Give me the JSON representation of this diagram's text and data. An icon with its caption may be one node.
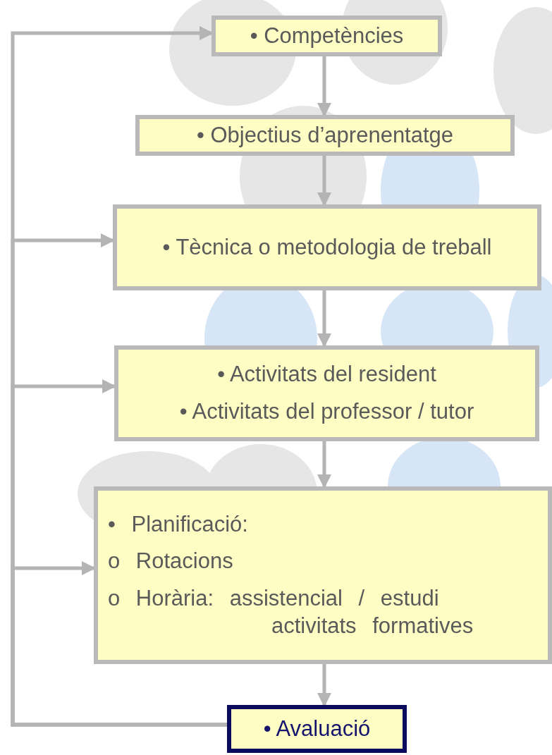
{
  "diagram": {
    "nodes": [
      {
        "text": [
          "• Competències"
        ]
      },
      {
        "text": [
          "• Objectius d’aprenentatge"
        ]
      },
      {
        "text": [
          "• Tècnica o metodologia de treball"
        ]
      },
      {
        "text": [
          "• Activitats del resident",
          "• Activitats del professor / tutor"
        ]
      },
      {
        "text": [
          "• Planificació:",
          "o Rotacions",
          "o Horària: assistencial / estudi activitats formatives"
        ]
      },
      {
        "text": [
          "• Avaluació"
        ]
      }
    ],
    "edges": [
      {
        "from": 0,
        "to": 1,
        "arrow": "to"
      },
      {
        "from": 1,
        "to": 2,
        "arrow": "to"
      },
      {
        "from": 2,
        "to": 3,
        "arrow": "to"
      },
      {
        "from": 3,
        "to": 4,
        "arrow": "to"
      },
      {
        "from": 4,
        "to": 5,
        "arrow": "to"
      },
      {
        "from": 5,
        "to": 0,
        "arrow": "to"
      },
      {
        "from": 5,
        "to": 2,
        "arrow": "to"
      },
      {
        "from": 5,
        "to": 3,
        "arrow": "to"
      },
      {
        "from": 5,
        "to": 4,
        "arrow": "to"
      }
    ]
  }
}
